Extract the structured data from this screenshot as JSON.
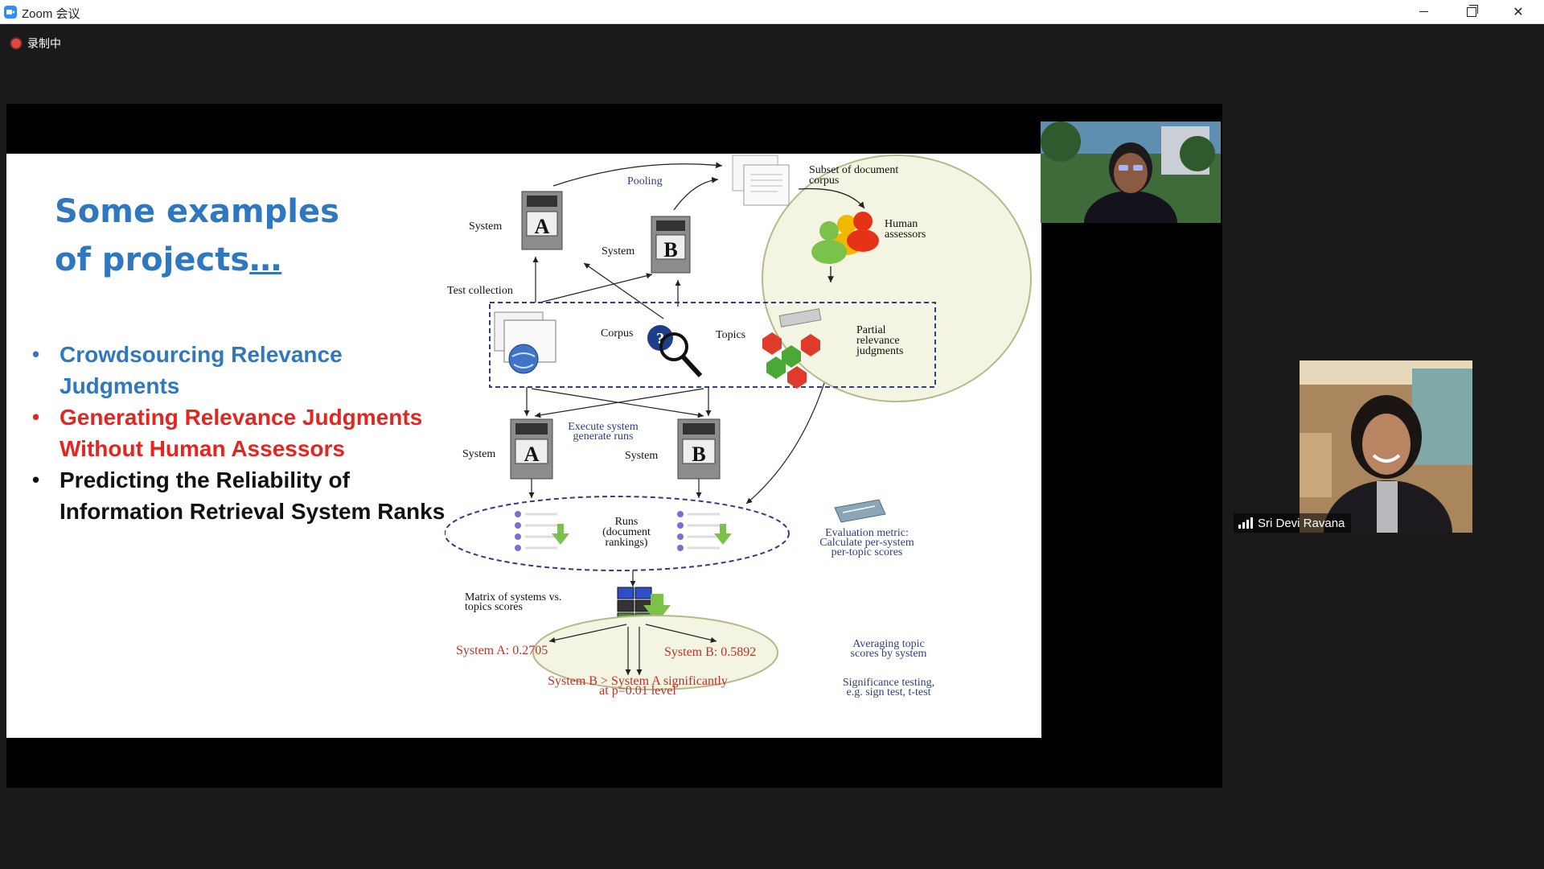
{
  "window": {
    "title": "Zoom 会议"
  },
  "recording": {
    "label": "录制中"
  },
  "slide": {
    "title_line1": "Some examples",
    "title_line2a": "of projects",
    "title_line2b": "…",
    "bullets": [
      {
        "text_l1": "Crowdsourcing Relevance",
        "text_l2": "Judgments",
        "color": "#2f78bf"
      },
      {
        "text_l1": "Generating Relevance Judgments",
        "text_l2": "Without Human Assessors",
        "color": "#e3261f"
      },
      {
        "text_l1": "Predicting the Reliability of",
        "text_l2": "Information Retrieval System Ranks",
        "color": "#111111"
      }
    ],
    "diagram": {
      "pooling": "Pooling",
      "subset_l1": "Subset of document",
      "subset_l2": "corpus",
      "human_l1": "Human",
      "human_l2": "assessors",
      "system_label": "System",
      "letter_a": "A",
      "letter_b": "B",
      "test_collection": "Test collection",
      "corpus": "Corpus",
      "topics": "Topics",
      "partial_l1": "Partial",
      "partial_l2": "relevance",
      "partial_l3": "judgments",
      "execute_l1": "Execute system",
      "execute_l2": "generate runs",
      "runs_l1": "Runs",
      "runs_l2": "(document",
      "runs_l3": "rankings)",
      "eval_l1": "Evaluation metric:",
      "eval_l2": "Calculate per-system",
      "eval_l3": "per-topic scores",
      "matrix_l1": "Matrix of systems vs.",
      "matrix_l2": "topics scores",
      "sys_a_score": "System A: 0.2705",
      "sys_b_score": "System B: 0.5892",
      "averaging_l1": "Averaging topic",
      "averaging_l2": "scores by system",
      "signif_result_l1": "System B > System A significantly",
      "signif_result_l2": "at p=0.01 level",
      "signif_l1": "Significance testing,",
      "signif_l2": "e.g. sign test, t-test"
    }
  },
  "participants": {
    "speaker2_name": "Sri Devi Ravana"
  },
  "colors": {
    "accent_blue": "#2f78bf",
    "accent_red": "#e3261f",
    "zoom_blue": "#2d8cff",
    "recording_red": "#e2473c"
  }
}
